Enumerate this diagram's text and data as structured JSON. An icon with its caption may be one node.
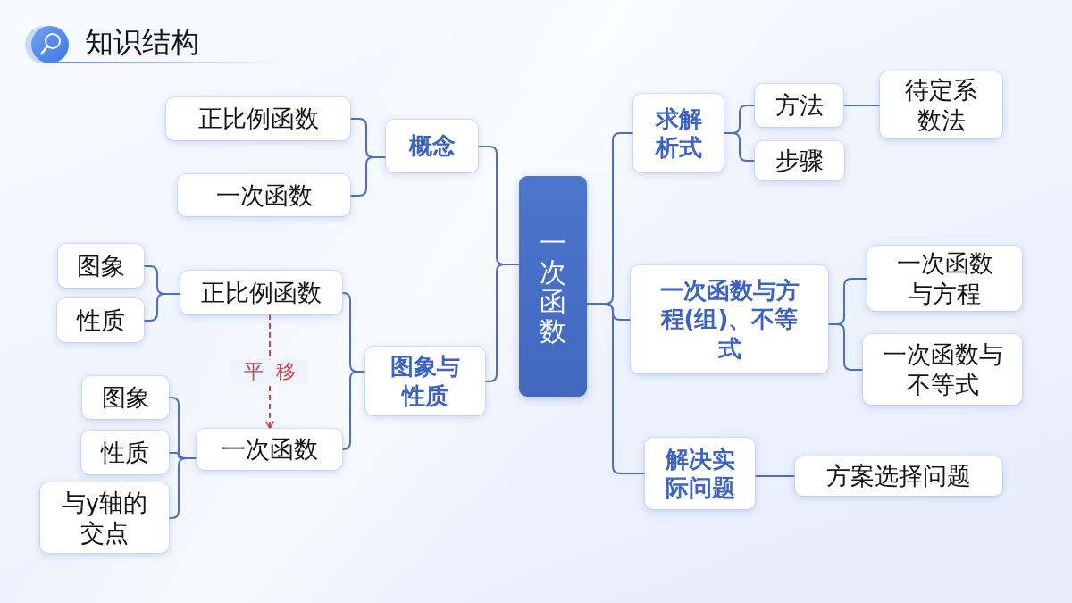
{
  "diagram": {
    "title": "知识结构",
    "nodes": [
      {
        "text": [
          "一次函数"
        ]
      },
      {
        "text": [
          "概念"
        ]
      },
      {
        "text": [
          "正比例函数"
        ]
      },
      {
        "text": [
          "一次函数"
        ]
      },
      {
        "text": [
          "图象与性质"
        ]
      },
      {
        "text": [
          "正比例函数"
        ]
      },
      {
        "text": [
          "图象"
        ]
      },
      {
        "text": [
          "性质"
        ]
      },
      {
        "text": [
          "一次函数"
        ]
      },
      {
        "text": [
          "图象"
        ]
      },
      {
        "text": [
          "性质"
        ]
      },
      {
        "text": [
          "与y轴的交点"
        ]
      },
      {
        "text": [
          "求解析式"
        ]
      },
      {
        "text": [
          "方法"
        ]
      },
      {
        "text": [
          "步骤"
        ]
      },
      {
        "text": [
          "待定系数法"
        ]
      },
      {
        "text": [
          "一次函数与方程(组)、不等式"
        ]
      },
      {
        "text": [
          "一次函数与方程"
        ]
      },
      {
        "text": [
          "一次函数与不等式"
        ]
      },
      {
        "text": [
          "解决实际问题"
        ]
      },
      {
        "text": [
          "方案选择问题"
        ]
      }
    ],
    "edges": [
      {
        "from": 0,
        "to": 1,
        "arrow": "none"
      },
      {
        "from": 0,
        "to": 4,
        "arrow": "none"
      },
      {
        "from": 1,
        "to": 2,
        "arrow": "none"
      },
      {
        "from": 1,
        "to": 3,
        "arrow": "none"
      },
      {
        "from": 4,
        "to": 5,
        "arrow": "none"
      },
      {
        "from": 4,
        "to": 8,
        "arrow": "none"
      },
      {
        "from": 5,
        "to": 6,
        "arrow": "none"
      },
      {
        "from": 5,
        "to": 7,
        "arrow": "none"
      },
      {
        "from": 8,
        "to": 9,
        "arrow": "none"
      },
      {
        "from": 8,
        "to": 10,
        "arrow": "none"
      },
      {
        "from": 8,
        "to": 11,
        "arrow": "none"
      },
      {
        "from": 5,
        "to": 8,
        "arrow": "to",
        "label": "平移",
        "style": "dashed",
        "color": "#d2404a"
      },
      {
        "from": 0,
        "to": 12,
        "arrow": "none"
      },
      {
        "from": 0,
        "to": 16,
        "arrow": "none"
      },
      {
        "from": 0,
        "to": 19,
        "arrow": "none"
      },
      {
        "from": 12,
        "to": 13,
        "arrow": "none"
      },
      {
        "from": 12,
        "to": 14,
        "arrow": "none"
      },
      {
        "from": 13,
        "to": 15,
        "arrow": "none"
      },
      {
        "from": 16,
        "to": 17,
        "arrow": "none"
      },
      {
        "from": 16,
        "to": 18,
        "arrow": "none"
      },
      {
        "from": 19,
        "to": 20,
        "arrow": "none"
      }
    ]
  }
}
